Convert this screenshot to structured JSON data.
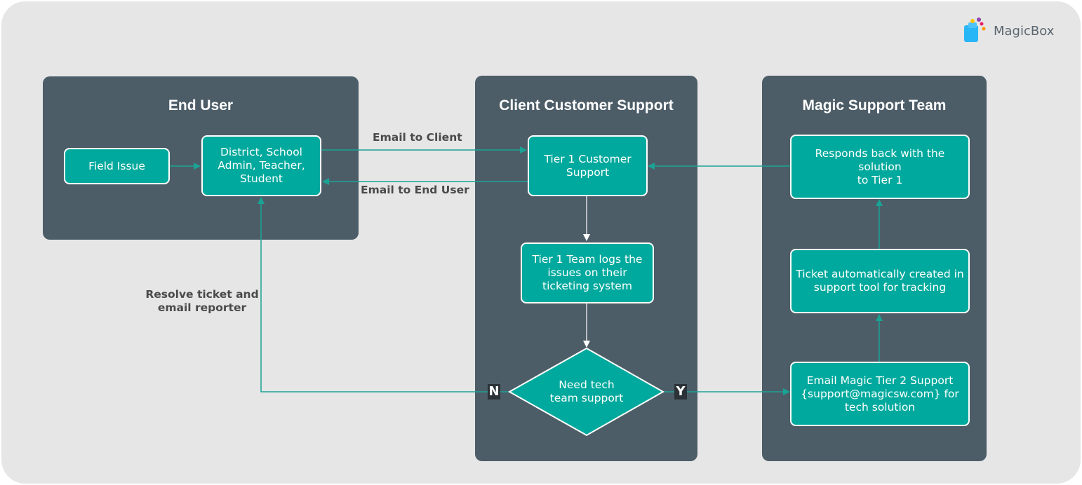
{
  "brand": {
    "name": "MagicBox"
  },
  "lanes": {
    "end_user": "End User",
    "client_support": "Client Customer Support",
    "magic_support": "Magic Support Team"
  },
  "nodes": {
    "field_issue": "Field Issue",
    "reporter": "District, School\nAdmin, Teacher,\nStudent",
    "tier1": "Tier 1 Customer\nSupport",
    "tier1_logs": "Tier 1 Team logs the\nissues on their\nticketing system",
    "decision": "Need tech\nteam support",
    "email_tier2": "Email Magic Tier 2 Support\n{support@magicsw.com} for\ntech solution",
    "ticket_created": "Ticket automatically created in\nsupport tool for tracking",
    "responds": "Responds back with the\nsolution\nto Tier 1"
  },
  "edges": {
    "email_to_client": "Email to Client",
    "email_to_end_user": "Email to End User",
    "resolve": "Resolve ticket and\nemail reporter",
    "no": "N",
    "yes": "Y"
  },
  "colors": {
    "background": "#e6e6e6",
    "lane": "#4d5d68",
    "node": "#00a99d",
    "arrow": "#1aa394",
    "text": "#ffffff"
  }
}
